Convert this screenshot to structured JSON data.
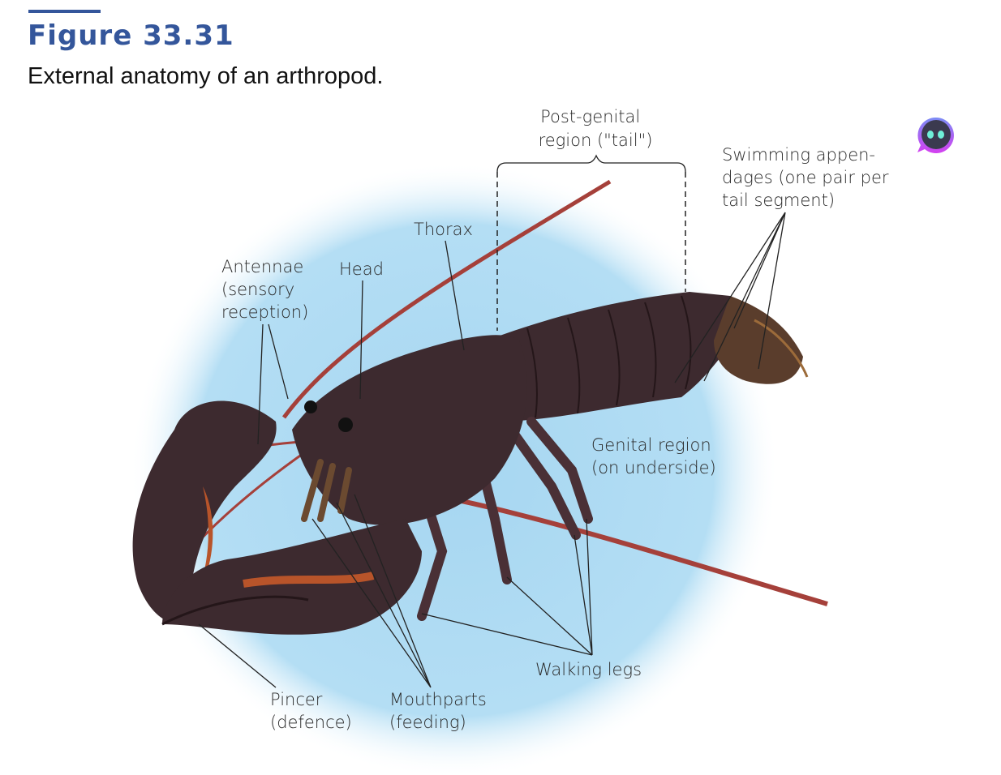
{
  "header": {
    "figure_number": "Figure 33.31",
    "caption": "External anatomy of an arthropod."
  },
  "labels": {
    "post_genital": [
      "Post-genital",
      "region (\"tail\")"
    ],
    "swimming": [
      "Swimming appen-",
      "dages (one pair per",
      "tail segment)"
    ],
    "thorax": "Thorax",
    "antennae": [
      "Antennae",
      "(sensory",
      "reception)"
    ],
    "head": "Head",
    "genital": [
      "Genital region",
      "(on underside)"
    ],
    "walking": "Walking legs",
    "pincer": [
      "Pincer",
      "(defence)"
    ],
    "mouthparts": [
      "Mouthparts",
      "(feeding)"
    ]
  },
  "colors": {
    "accent": "#34569b",
    "background_blob": "#a9d8f2",
    "lobster_body": "#3d2a2f",
    "antenna": "#a5403a"
  },
  "assistant_icon": "chat-bot-icon"
}
